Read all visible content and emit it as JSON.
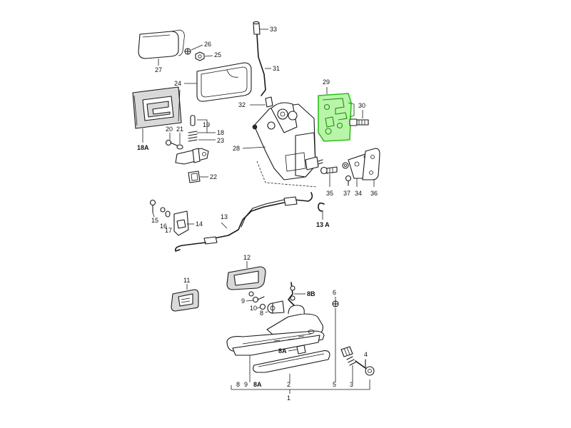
{
  "diagram": {
    "highlight_color": "#b9f5a8",
    "highlight_stroke": "#2fbf1f",
    "line_color": "#1a1a1a",
    "labels": {
      "l33": "33",
      "l26": "26",
      "l25": "25",
      "l27": "27",
      "l31": "31",
      "l24": "24",
      "l29": "29",
      "l30": "30",
      "l32": "32",
      "l18A": "18A",
      "l19": "19",
      "l18": "18",
      "l20": "20",
      "l21": "21",
      "l23": "23",
      "l28": "28",
      "l22": "22",
      "l35": "35",
      "l37": "37",
      "l34": "34",
      "l36": "36",
      "l15": "15",
      "l16": "16",
      "l17": "17",
      "l14": "14",
      "l13": "13",
      "l13A": "13 A",
      "l12": "12",
      "l11": "11",
      "l8B": "8B",
      "l6": "6",
      "l9": "9",
      "l10": "10",
      "l8": "8",
      "l8A_mid": "8A",
      "l4": "4",
      "b8": "8",
      "b9": "9",
      "b8A": "8A",
      "b2": "2",
      "b5": "5",
      "b3": "3",
      "b1": "1"
    }
  }
}
